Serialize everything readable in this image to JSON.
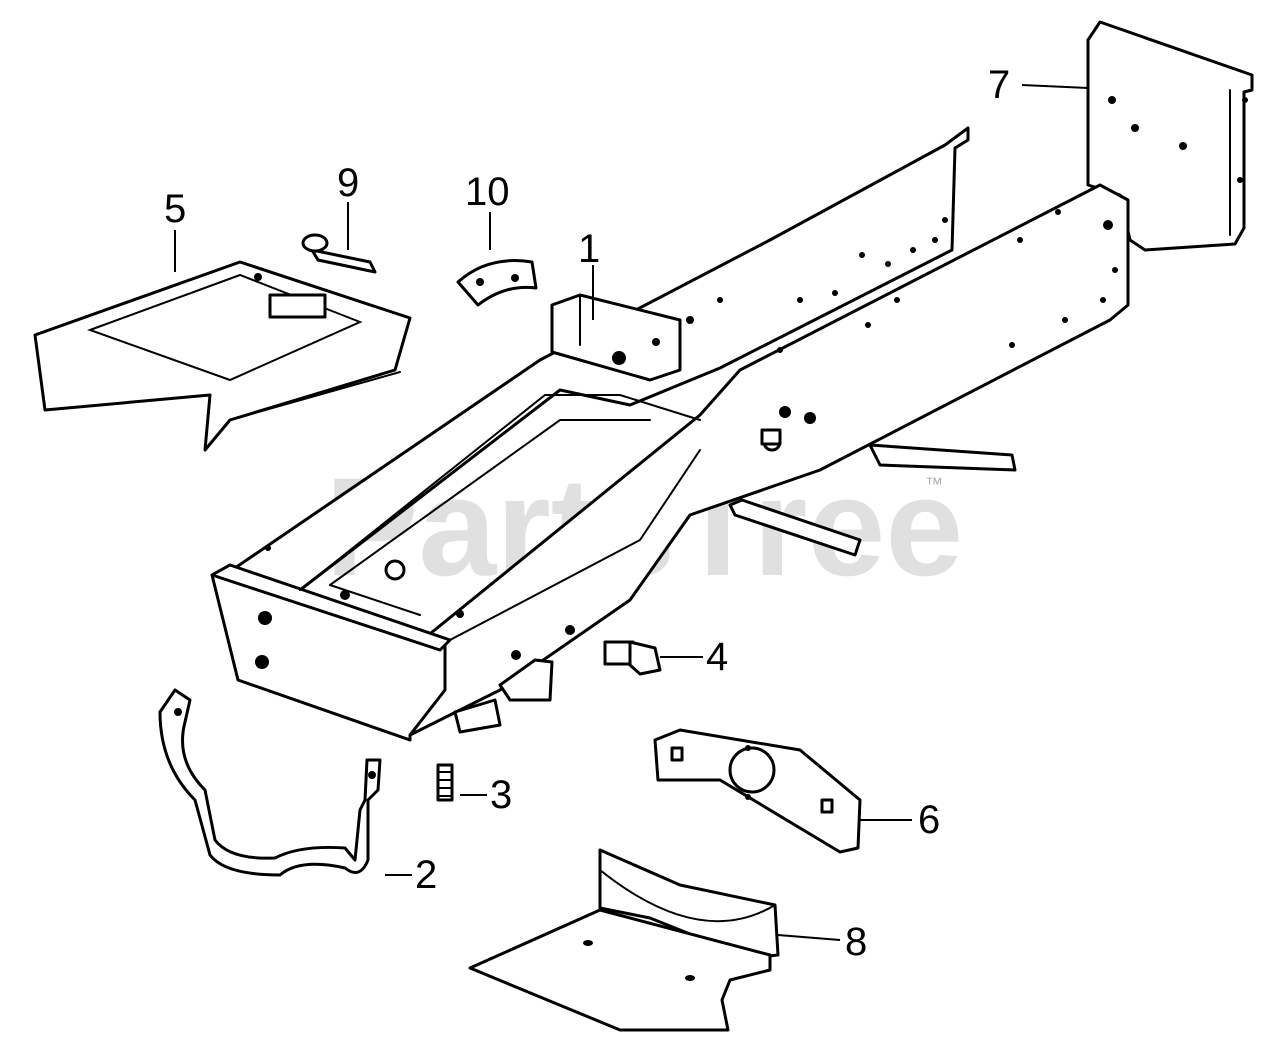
{
  "watermark": {
    "text": "PartsTree",
    "trademark": "™"
  },
  "callouts": [
    {
      "id": "1",
      "label": "1"
    },
    {
      "id": "2",
      "label": "2"
    },
    {
      "id": "3",
      "label": "3"
    },
    {
      "id": "4",
      "label": "4"
    },
    {
      "id": "5",
      "label": "5"
    },
    {
      "id": "6",
      "label": "6"
    },
    {
      "id": "7",
      "label": "7"
    },
    {
      "id": "8",
      "label": "8"
    },
    {
      "id": "9",
      "label": "9"
    },
    {
      "id": "10",
      "label": "10"
    }
  ],
  "colors": {
    "line": "#000000",
    "background": "#ffffff",
    "watermark": "#c8c8c8"
  }
}
